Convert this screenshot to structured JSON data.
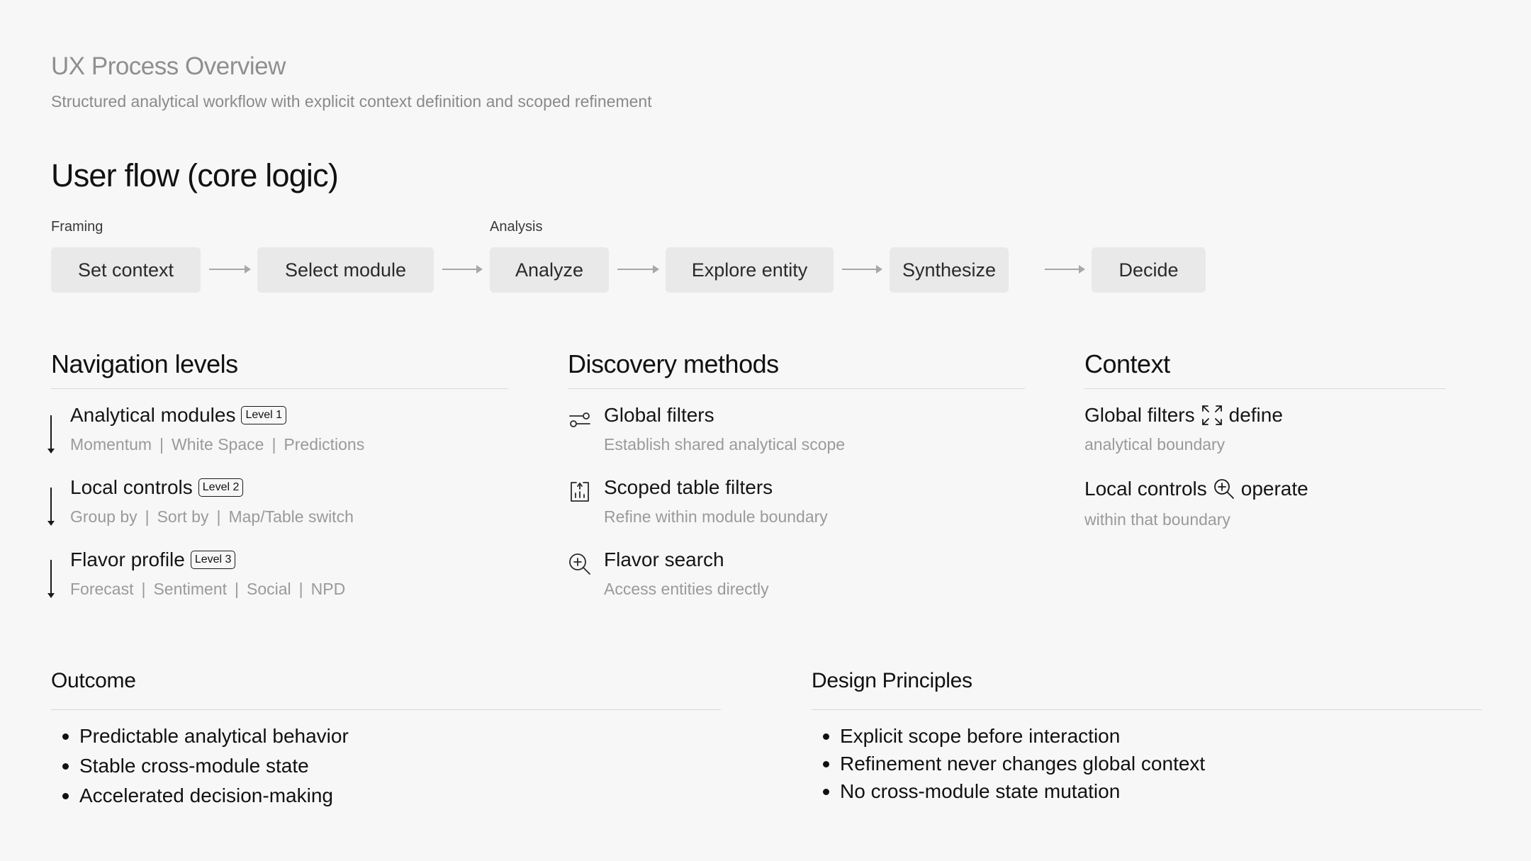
{
  "header": {
    "title": "UX Process Overview",
    "subtitle": "Structured analytical workflow with explicit context definition  and scoped refinement"
  },
  "user_flow": {
    "title": "User flow (core logic)",
    "stage_labels": [
      "Framing",
      "Analysis"
    ],
    "steps": [
      "Set context",
      "Select module",
      "Analyze",
      "Explore entity",
      "Synthesize",
      "Decide"
    ]
  },
  "navigation_levels": {
    "title": "Navigation levels",
    "items": [
      {
        "title": "Analytical modules",
        "badge": "Level 1",
        "subitems": [
          "Momentum",
          "White Space",
          "Predictions"
        ]
      },
      {
        "title": "Local controls",
        "badge": "Level 2",
        "subitems": [
          "Group by",
          "Sort by",
          "Map/Table switch"
        ]
      },
      {
        "title": "Flavor profile",
        "badge": "Level 3",
        "subitems": [
          "Forecast",
          "Sentiment",
          "Social",
          "NPD"
        ]
      }
    ]
  },
  "discovery_methods": {
    "title": "Discovery methods",
    "items": [
      {
        "icon": "filter-sliders-icon",
        "title": "Global filters",
        "description": "Establish shared analytical scope"
      },
      {
        "icon": "bar-chart-filter-icon",
        "title": "Scoped table filters",
        "description": "Refine within module boundary"
      },
      {
        "icon": "zoom-in-search-icon",
        "title": "Flavor search",
        "description": "Access entities directly"
      }
    ]
  },
  "context": {
    "title": "Context",
    "items": [
      {
        "title_before": "Global filters",
        "icon": "expand-arrows-icon",
        "title_after": "define",
        "description": "analytical boundary"
      },
      {
        "title_before": "Local controls",
        "icon": "zoom-in-icon",
        "title_after": "operate",
        "description": "within that boundary"
      }
    ]
  },
  "outcome": {
    "title": "Outcome",
    "bullets": [
      "Predictable analytical behavior",
      "Stable cross-module state",
      "Accelerated decision-making"
    ]
  },
  "design_principles": {
    "title": "Design Principles",
    "bullets": [
      "Explicit scope before interaction",
      "Refinement never changes global context",
      "No cross-module state mutation"
    ]
  },
  "colors": {
    "background": "#f7f7f7",
    "step_fill": "#e9e9e9",
    "muted_text": "#9a9a9a",
    "heading_text": "#111111"
  }
}
